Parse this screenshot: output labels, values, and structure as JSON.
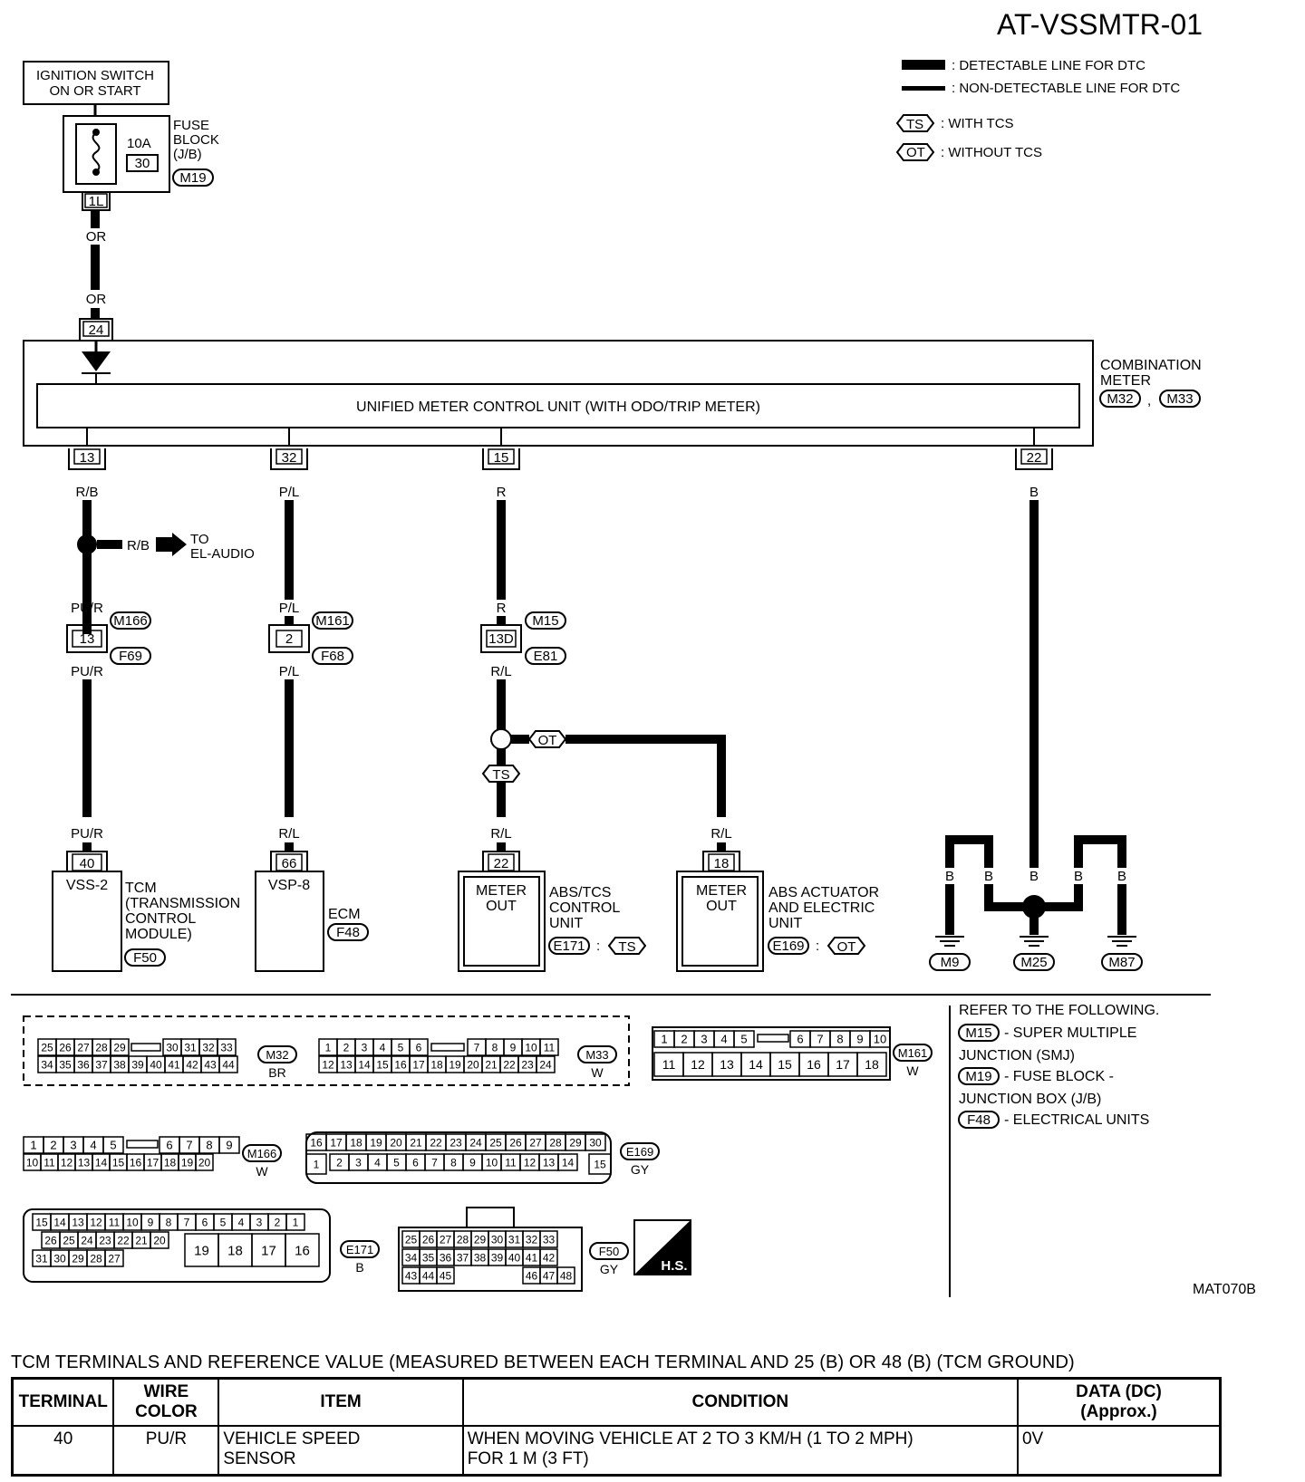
{
  "header": {
    "page_code": "AT-VSSMTR-01"
  },
  "legend": {
    "detectable": ": DETECTABLE LINE FOR DTC",
    "non_detectable": ": NON-DETECTABLE LINE FOR DTC",
    "ts_code": "TS",
    "ts_text": ": WITH TCS",
    "ot_code": "OT",
    "ot_text": ": WITHOUT TCS"
  },
  "power": {
    "switch_l1": "IGNITION SWITCH",
    "switch_l2": "ON OR START",
    "fuse_amp": "10A",
    "fuse_no": "30",
    "fuse_l1": "FUSE",
    "fuse_l2": "BLOCK",
    "fuse_l3": "(J/B)",
    "fuse_conn": "M19",
    "term": "1L",
    "wire": "OR",
    "meter_term": "24"
  },
  "meter": {
    "unit": "UNIFIED METER CONTROL UNIT (WITH ODO/TRIP METER)",
    "label_l1": "COMBINATION",
    "label_l2": "METER",
    "conn1": "M32",
    "conn2": "M33",
    "t13": "13",
    "t32": "32",
    "t15": "15",
    "t22": "22"
  },
  "wires": {
    "rb": "R/B",
    "pl": "P/L",
    "r": "R",
    "b": "B",
    "pur": "PU/R",
    "rl": "R/L",
    "to1": "TO",
    "to2": "EL-AUDIO",
    "c1_top": "M166",
    "c1_bot": "F69",
    "c1_pin": "13",
    "c2_top": "M161",
    "c2_bot": "F68",
    "c2_pin": "2",
    "c3_top": "M15",
    "c3_bot": "E81",
    "c3_pin": "13D",
    "ts": "TS",
    "ot": "OT"
  },
  "components": {
    "tcm": {
      "pin": "40",
      "sig": "VSS-2",
      "l1": "TCM",
      "l2": "(TRANSMISSION",
      "l3": "CONTROL",
      "l4": "MODULE)",
      "conn": "F50"
    },
    "ecm": {
      "pin": "66",
      "sig": "VSP-8",
      "label": "ECM",
      "conn": "F48"
    },
    "abs": {
      "pin": "22",
      "s1": "METER",
      "s2": "OUT",
      "l1": "ABS/TCS",
      "l2": "CONTROL",
      "l3": "UNIT",
      "conn": "E171",
      "colon": ":",
      "opt": "TS"
    },
    "act": {
      "pin": "18",
      "s1": "METER",
      "s2": "OUT",
      "l1": "ABS ACTUATOR",
      "l2": "AND ELECTRIC",
      "l3": "UNIT",
      "conn": "E169",
      "colon": ":",
      "opt": "OT"
    },
    "grounds": [
      "M9",
      "M25",
      "M87"
    ]
  },
  "connectors": {
    "m32": {
      "name": "M32",
      "color": "BR",
      "row1": [
        "25",
        "26",
        "27",
        "28",
        "29",
        "30",
        "31",
        "32",
        "33"
      ],
      "row2": [
        "34",
        "35",
        "36",
        "37",
        "38",
        "39",
        "40",
        "41",
        "42",
        "43",
        "44"
      ]
    },
    "m33": {
      "name": "M33",
      "color": "W",
      "row1": [
        "1",
        "2",
        "3",
        "4",
        "5",
        "6",
        "7",
        "8",
        "9",
        "10",
        "11"
      ],
      "row2": [
        "12",
        "13",
        "14",
        "15",
        "16",
        "17",
        "18",
        "19",
        "20",
        "21",
        "22",
        "23",
        "24"
      ]
    },
    "m161": {
      "name": "M161",
      "color": "W",
      "row1": [
        "1",
        "2",
        "3",
        "4",
        "5",
        "6",
        "7",
        "8",
        "9",
        "10"
      ],
      "row2": [
        "11",
        "12",
        "13",
        "14",
        "15",
        "16",
        "17",
        "18"
      ]
    },
    "m166": {
      "name": "M166",
      "color": "W",
      "row1": [
        "1",
        "2",
        "3",
        "4",
        "5",
        "6",
        "7",
        "8",
        "9"
      ],
      "row2": [
        "10",
        "11",
        "12",
        "13",
        "14",
        "15",
        "16",
        "17",
        "18",
        "19",
        "20"
      ]
    },
    "e169": {
      "name": "E169",
      "color": "GY",
      "row1": [
        "16",
        "17",
        "18",
        "19",
        "20",
        "21",
        "22",
        "23",
        "24",
        "25",
        "26",
        "27",
        "28",
        "29",
        "30"
      ],
      "row2": [
        "1",
        "2",
        "3",
        "4",
        "5",
        "6",
        "7",
        "8",
        "9",
        "10",
        "11",
        "12",
        "13",
        "14",
        "15"
      ]
    },
    "e171": {
      "name": "E171",
      "color": "B",
      "row1": [
        "15",
        "14",
        "13",
        "12",
        "11",
        "10",
        "9",
        "8",
        "7",
        "6",
        "5",
        "4",
        "3",
        "2",
        "1"
      ],
      "row2": [
        "26",
        "25",
        "24",
        "23",
        "22",
        "21",
        "20"
      ],
      "row3": [
        "31",
        "30",
        "29",
        "28",
        "27"
      ],
      "big": [
        "19",
        "18",
        "17",
        "16"
      ]
    },
    "f50": {
      "name": "F50",
      "color": "GY",
      "row1": [
        "25",
        "26",
        "27",
        "28",
        "29",
        "30",
        "31",
        "32",
        "33"
      ],
      "row2": [
        "34",
        "35",
        "36",
        "37",
        "38",
        "39",
        "40",
        "41",
        "42"
      ],
      "row3a": [
        "43",
        "44",
        "45"
      ],
      "row3b": [
        "46",
        "47",
        "48"
      ]
    },
    "hs": "H.S."
  },
  "refer": {
    "title": "REFER TO THE FOLLOWING.",
    "c1": "M15",
    "t1a": "- SUPER MULTIPLE",
    "t1b": "JUNCTION (SMJ)",
    "c2": "M19",
    "t2a": "- FUSE BLOCK -",
    "t2b": "JUNCTION BOX (J/B)",
    "c3": "F48",
    "t3": "- ELECTRICAL UNITS"
  },
  "figure_id": "MAT070B",
  "table": {
    "title": "TCM TERMINALS AND REFERENCE VALUE (MEASURED BETWEEN EACH TERMINAL AND 25 (B) OR 48 (B) (TCM GROUND)",
    "headers": [
      "TERMINAL",
      "WIRE COLOR",
      "ITEM",
      "CONDITION",
      "DATA (DC)",
      "(Approx.)"
    ],
    "row": {
      "terminal": "40",
      "wire": "PU/R",
      "item1": "VEHICLE SPEED",
      "item2": "SENSOR",
      "cond1": "WHEN MOVING VEHICLE AT 2 TO 3 KM/H (1 TO 2 MPH)",
      "cond2": "FOR 1 M (3 FT)",
      "data": "0V"
    }
  }
}
